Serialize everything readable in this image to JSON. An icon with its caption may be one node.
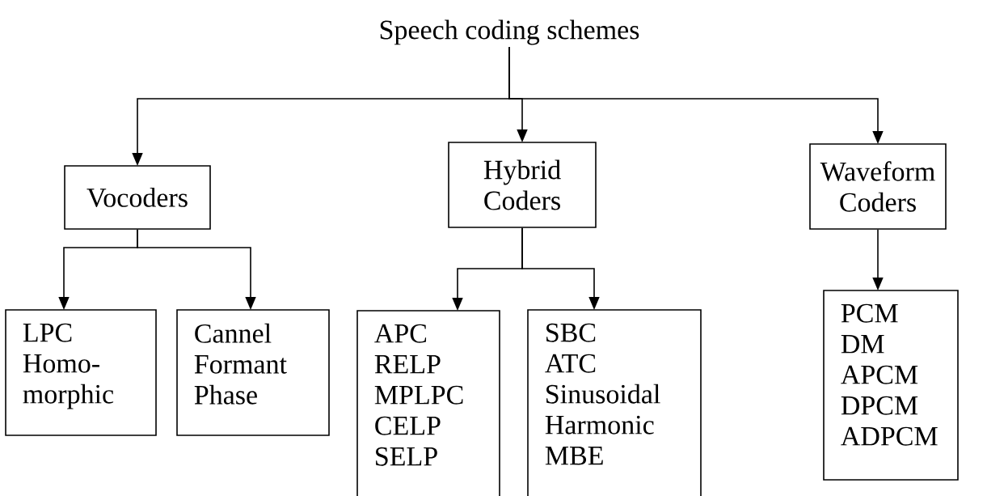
{
  "diagram": {
    "nodes": [
      {
        "text": [
          "Speech coding schemes"
        ]
      },
      {
        "text": [
          "Vocoders"
        ]
      },
      {
        "text": [
          "Hybrid Coders"
        ]
      },
      {
        "text": [
          "Waveform Coders"
        ]
      },
      {
        "text": [
          "LPC",
          "Homo-morphic"
        ]
      },
      {
        "text": [
          "Cannel",
          "Formant",
          "Phase"
        ]
      },
      {
        "text": [
          "APC",
          "RELP",
          "MPLPC",
          "CELP",
          "SELP"
        ]
      },
      {
        "text": [
          "SBC",
          "ATC",
          "Sinusoidal",
          "Harmonic",
          "MBE"
        ]
      },
      {
        "text": [
          "PCM",
          "DM",
          "APCM",
          "DPCM",
          "ADPCM"
        ]
      }
    ],
    "edges": [
      {
        "from": 0,
        "to": 1,
        "arrow": "to"
      },
      {
        "from": 0,
        "to": 2,
        "arrow": "to"
      },
      {
        "from": 0,
        "to": 3,
        "arrow": "to"
      },
      {
        "from": 1,
        "to": 4,
        "arrow": "to"
      },
      {
        "from": 1,
        "to": 5,
        "arrow": "to"
      },
      {
        "from": 2,
        "to": 6,
        "arrow": "to"
      },
      {
        "from": 2,
        "to": 7,
        "arrow": "to"
      },
      {
        "from": 3,
        "to": 8,
        "arrow": "to"
      }
    ]
  }
}
